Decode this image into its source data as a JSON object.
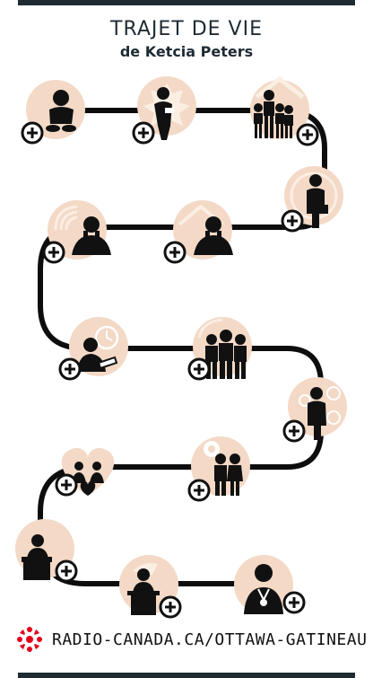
{
  "header": {
    "title": "TRAJET DE VIE",
    "subtitle": "de Ketcia Peters"
  },
  "footer": {
    "text": "RADIO-CANADA.CA/OTTAWA-GATINEAU"
  },
  "colors": {
    "circle": "#f3d9c6",
    "ink": "#111111",
    "road": "#0d0d0d",
    "brand_red": "#e5001b"
  },
  "stops": [
    {
      "name": "baby",
      "icon": "baby-icon"
    },
    {
      "name": "maple-woman",
      "icon": "woman-maple-leaf-icon"
    },
    {
      "name": "family",
      "icon": "family-icon"
    },
    {
      "name": "woman-standing",
      "icon": "woman-standing-icon"
    },
    {
      "name": "woman-thinking-wifi",
      "icon": "woman-thinking-icon"
    },
    {
      "name": "woman-thinking-house",
      "icon": "woman-thinking-house-icon"
    },
    {
      "name": "woman-writing-clock",
      "icon": "woman-writing-clock-icon"
    },
    {
      "name": "group-three",
      "icon": "group-people-icon"
    },
    {
      "name": "woman-money",
      "icon": "woman-money-icon"
    },
    {
      "name": "heart-family",
      "icon": "heart-family-icon"
    },
    {
      "name": "couple-gears",
      "icon": "couple-gears-icon"
    },
    {
      "name": "woman-desk",
      "icon": "woman-desk-icon"
    },
    {
      "name": "woman-podium",
      "icon": "woman-podium-icon"
    },
    {
      "name": "woman-medal",
      "icon": "woman-medal-icon"
    }
  ]
}
